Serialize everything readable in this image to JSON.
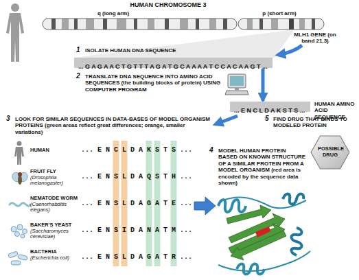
{
  "diagram": {
    "nodes": [
      {
        "text": [
          "... G A G A A C T G T T T A G A T G C A A A A T C C A C A A G T ..."
        ]
      },
      {
        "text": [
          "... E N C L D A K S T S ..."
        ]
      },
      {
        "text": [
          "POSSIBLE DRUG"
        ]
      }
    ],
    "edges": [
      {
        "from": 0,
        "to": 1,
        "arrow": "to"
      }
    ],
    "labels": [
      "HUMAN CHROMOSOME 3",
      "q (long arm)",
      "p (short arm)",
      "MLH1 GENE (on band 21.3)",
      "1",
      "ISOLATE HUMAN DNA SEQUENCE",
      "2",
      "TRANSLATE DNA SEQUENCE INTO AMINO ACID SEQUENCES (the building blocks of protein) USING COMPUTER PROGRAM",
      "HUMAN AMINO ACID SEQUENCE",
      "3",
      "LOOK FOR SIMILAR SEQUENCES IN DATA-BASES OF MODEL ORGANISM PROTEINS (green areas reflect great differences; orange, smaller variations)",
      "HUMAN",
      "... E N C L D A K S T S ...",
      "FRUIT FLY",
      "(Drosophila melanogaster)",
      "... E N S L D A Q S T H ...",
      "NEMATODE WORM",
      "(Caenorhabditis elegans)",
      "... E N S L D A G A T E ...",
      "BAKER'S YEAST",
      "(Saccharomyces cerevisiae)",
      "... E N S I D A N A T M ...",
      "BACTERIA",
      "(Escherichia coli)",
      "... E N S L D A G A T R ...",
      "4",
      "MODEL HUMAN PROTEIN BASED ON KNOWN STRUCTURE OF A SIMILAR PROTEIN FROM A MODEL ORGANISM (red area is encoded by the sequence data shown)",
      "5",
      "FIND DRUG THAT BINDS TO MODELED PROTEIN"
    ]
  }
}
